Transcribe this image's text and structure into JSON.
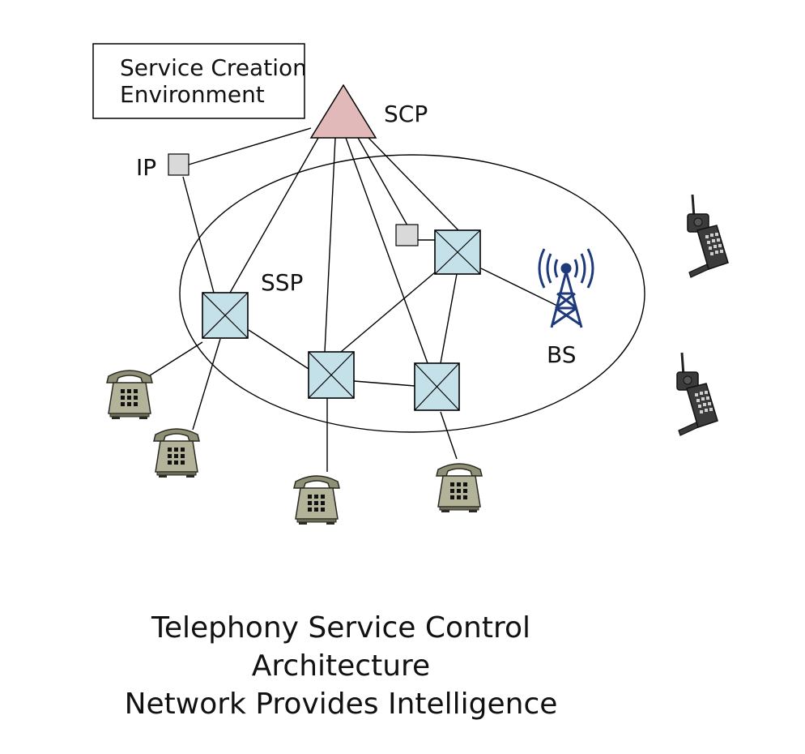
{
  "diagram": {
    "sce_box": {
      "line1": "Service Creation",
      "line2": "Environment"
    },
    "scp_label": "SCP",
    "ip_label": "IP",
    "ssp_label": "SSP",
    "bs_label": "BS",
    "caption": {
      "line1": "Telephony Service Control",
      "line2": "Architecture",
      "line3": "Network Provides Intelligence"
    },
    "colors": {
      "scp_fill": "#e2b9b9",
      "switch_fill": "#c4e0e8",
      "ip_fill": "#d9d9d9",
      "phone_body": "#b3b39a",
      "tower": "#1f3a7a",
      "mobile": "#3b3b3b"
    },
    "icons": [
      "triangle-scp-icon",
      "crossed-box-switch-icon",
      "square-ip-icon",
      "desk-phone-icon",
      "cell-tower-icon",
      "mobile-phone-icon"
    ]
  }
}
